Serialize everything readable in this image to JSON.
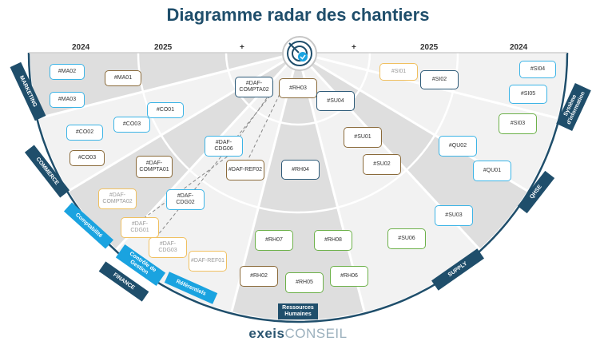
{
  "title": "Diagramme radar des chantiers",
  "years": {
    "left_outer": "2024",
    "left_inner": "2025",
    "left_plus": "+",
    "right_plus": "+",
    "right_inner": "2025",
    "right_outer": "2024"
  },
  "categories": {
    "marketing": "MARKETING",
    "commerce": "COMMERCE",
    "comptabilite": "Comptabilité",
    "controle": "Contrôle de Gestion",
    "finance": "FINANCE",
    "referentiels": "Référentiels",
    "rh": "Ressources Humaines",
    "supply": "SUPPLY",
    "qhse": "QHSE",
    "si": "Système d'information"
  },
  "tags": {
    "ma02": "#MA02",
    "ma03": "#MA03",
    "ma01": "#MA01",
    "co01": "#CO01",
    "co02": "#CO02",
    "co03": "#CO03",
    "co03b": "#CO03",
    "daf_compta01": "#DAF-COMPTA01",
    "daf_compta02_top": "#DAF-COMPTA02",
    "daf_compta02": "#DAF-COMPTA02",
    "rh03": "#RH03",
    "su04": "#SU04",
    "daf_cdg06": "#DAF-CDG06",
    "daf_ref02": "#DAF-REF02",
    "rh04": "#RH04",
    "daf_cdg02": "#DAF-CDG02",
    "daf_cdg01": "#DAF-CDG01",
    "daf_cdg03": "#DAF-CDG03",
    "daf_ref01": "#DAF-REF01",
    "si01": "#SI01",
    "si02": "#SI02",
    "si04": "#SI04",
    "si05": "#SI05",
    "si03": "#SI03",
    "su01": "#SU01",
    "su02": "#SU02",
    "qu02": "#QU02",
    "qu01": "#QU01",
    "su03": "#SU03",
    "su06": "#SU06",
    "rh07": "#RH07",
    "rh08": "#RH08",
    "rh02": "#RH02",
    "rh05": "#RH05",
    "rh06": "#RH06"
  },
  "logo": {
    "part1": "exeis",
    "part2": "CONSEIL"
  },
  "colors": {
    "title": "#1f4e6b",
    "blue": "#3cb4e6",
    "brown": "#8a6a3a",
    "dark": "#2d5a78",
    "green": "#6db14a",
    "yellow": "#f0c060"
  }
}
